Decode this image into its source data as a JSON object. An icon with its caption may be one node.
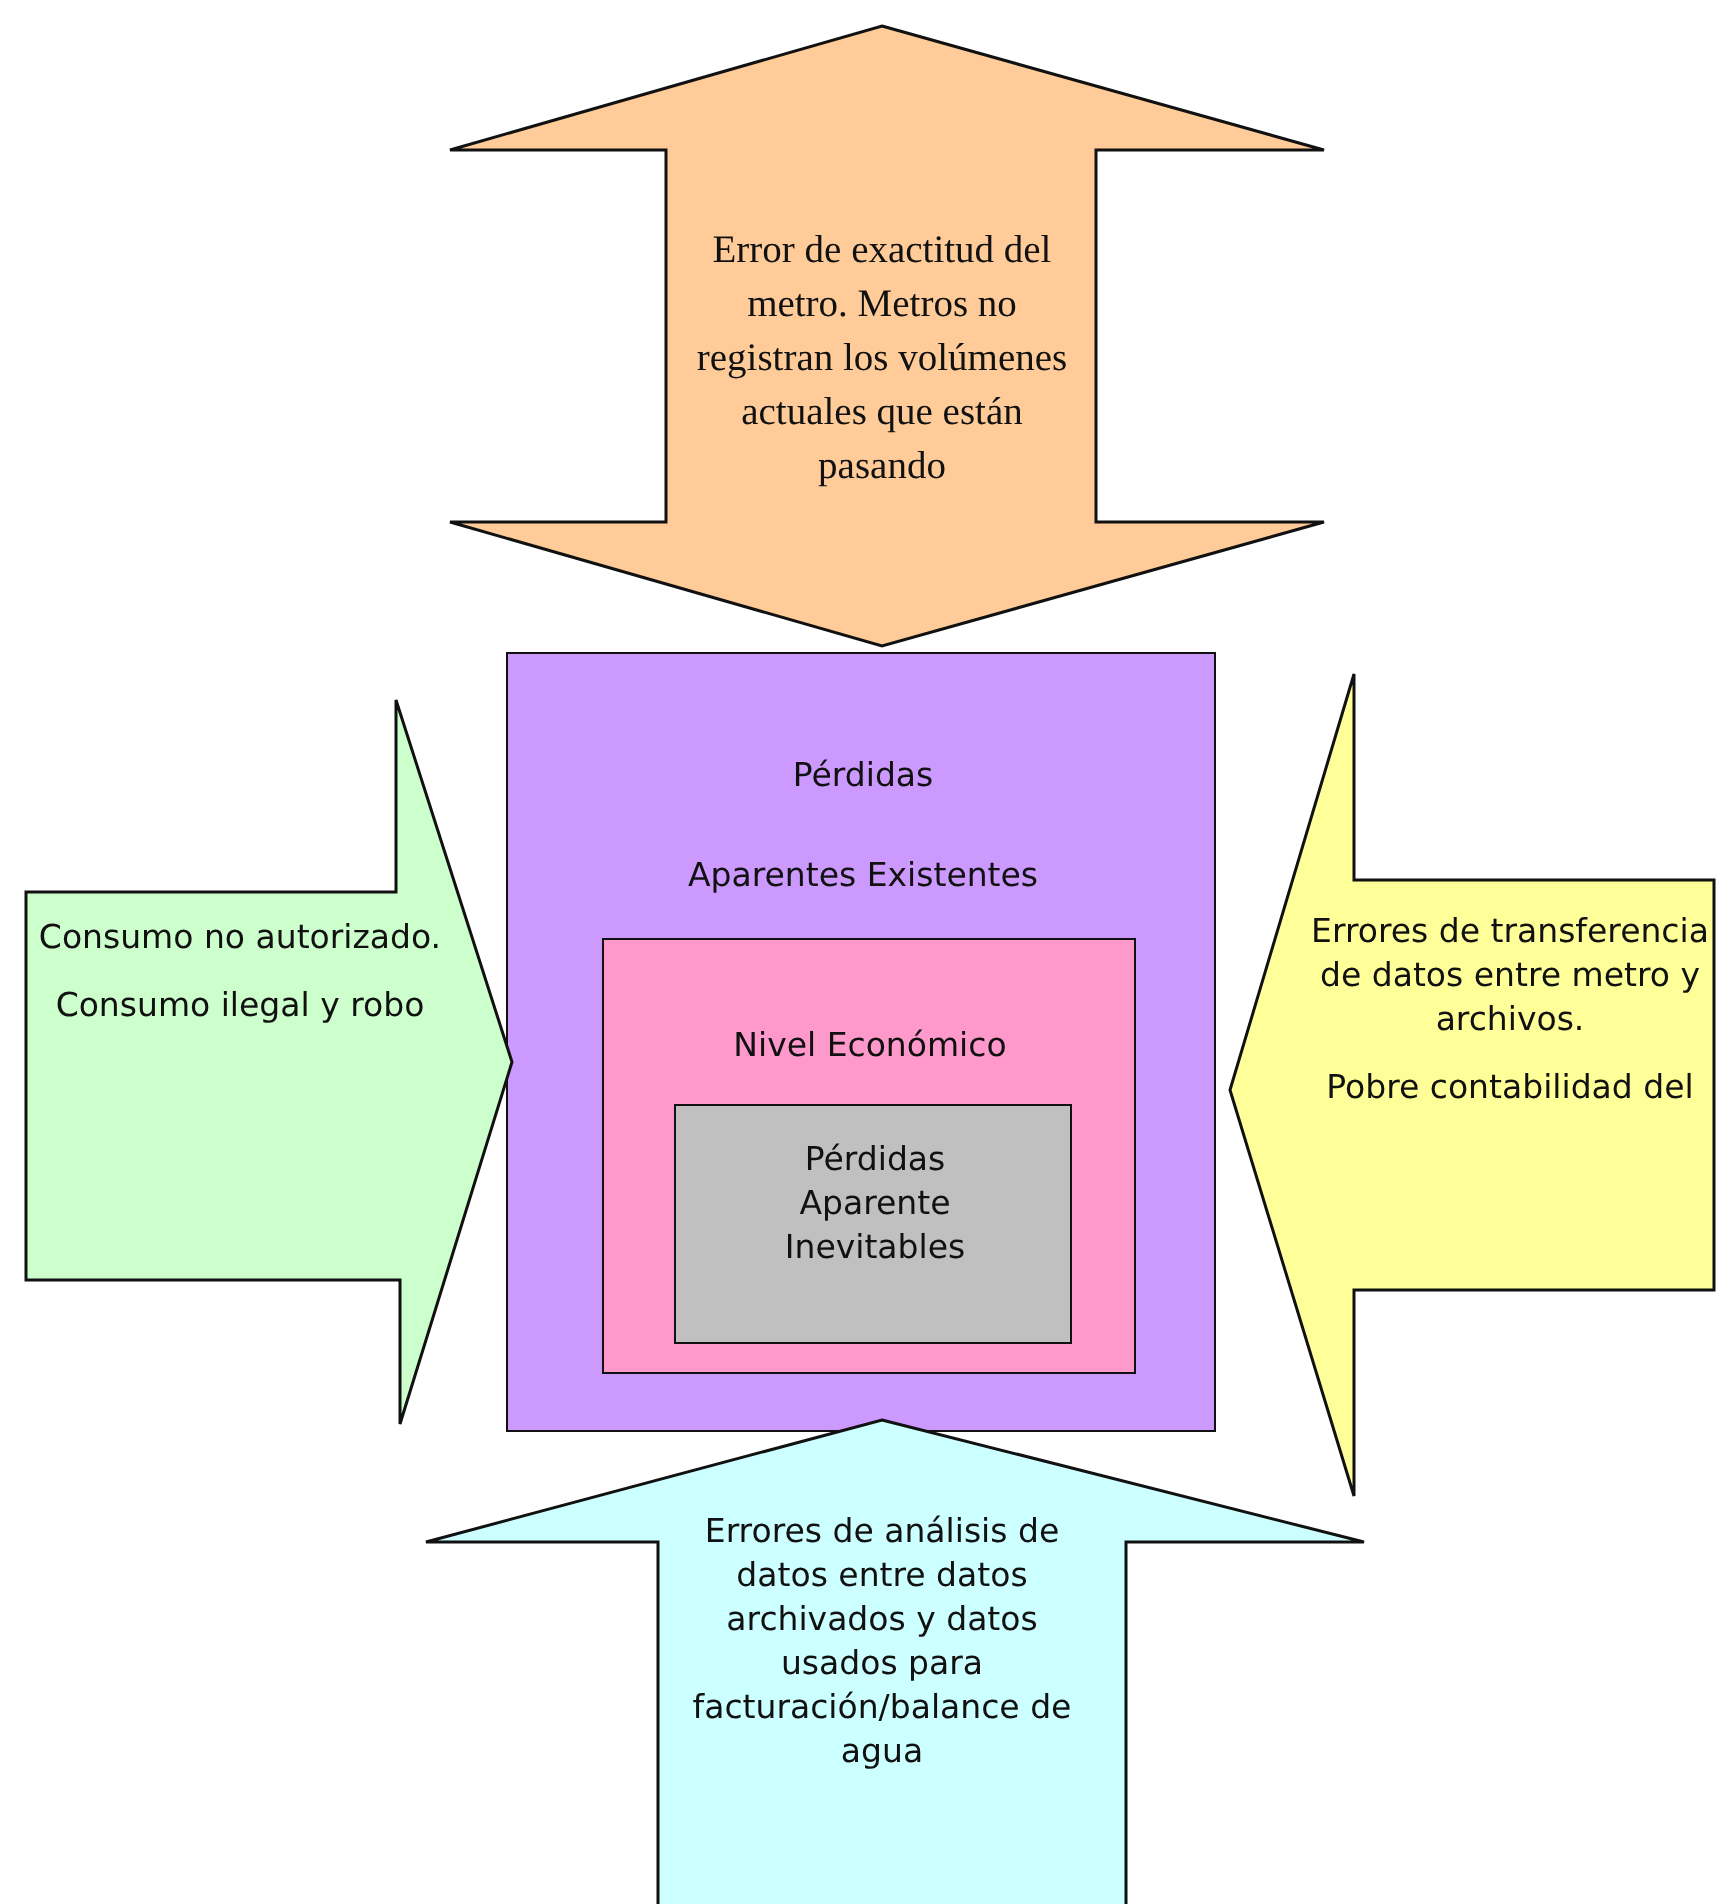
{
  "diagram": {
    "nodes": [
      {
        "text": [
          "Error de exactitud del metro. Metros no registran los volúmenes actuales que están pasando"
        ]
      },
      {
        "text": [
          "Pérdidas",
          "Aparentes Existentes"
        ]
      },
      {
        "text": [
          "Nivel Económico"
        ],
        "in": 1
      },
      {
        "text": [
          "Pérdidas Aparente Inevitables"
        ],
        "in": 2
      },
      {
        "text": [
          "Consumo no autorizado.",
          "Consumo ilegal y robo"
        ]
      },
      {
        "text": [
          "Errores de transferencia de datos entre metro y archivos.",
          "Pobre contabilidad del"
        ]
      },
      {
        "text": [
          "Errores de análisis de datos entre datos archivados y datos usados para facturación/balance de agua"
        ]
      }
    ]
  }
}
